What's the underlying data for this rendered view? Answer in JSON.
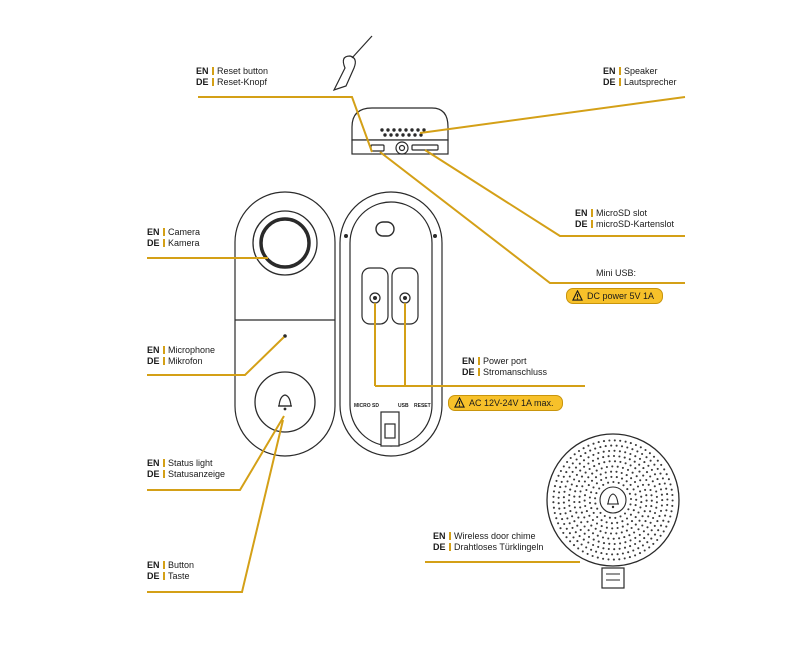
{
  "colors": {
    "leader": "#d4a017",
    "outline": "#2a2a2a",
    "badge": "#f7c12a"
  },
  "labels": {
    "reset": {
      "en_code": "EN",
      "en": "Reset button",
      "de_code": "DE",
      "de": "Reset-Knopf"
    },
    "speaker": {
      "en_code": "EN",
      "en": "Speaker",
      "de_code": "DE",
      "de": "Lautsprecher"
    },
    "microsd": {
      "en_code": "EN",
      "en": "MicroSD slot",
      "de_code": "DE",
      "de": "microSD-Kartenslot"
    },
    "camera": {
      "en_code": "EN",
      "en": "Camera",
      "de_code": "DE",
      "de": "Kamera"
    },
    "microphone": {
      "en_code": "EN",
      "en": "Microphone",
      "de_code": "DE",
      "de": "Mikrofon"
    },
    "power": {
      "en_code": "EN",
      "en": "Power port",
      "de_code": "DE",
      "de": "Stromanschluss"
    },
    "status": {
      "en_code": "EN",
      "en": "Status light",
      "de_code": "DE",
      "de": "Statusanzeige"
    },
    "button": {
      "en_code": "EN",
      "en": "Button",
      "de_code": "DE",
      "de": "Taste"
    },
    "chime": {
      "en_code": "EN",
      "en": "Wireless door chime",
      "de_code": "DE",
      "de": "Drahtloses Türklingeln"
    }
  },
  "mini_usb": "Mini USB:",
  "dc_badge": "DC power 5V 1A",
  "ac_badge": "AC 12V-24V 1A max.",
  "back_markings": {
    "microsd": "MICRO SD",
    "usb": "USB",
    "reset": "RESET"
  }
}
